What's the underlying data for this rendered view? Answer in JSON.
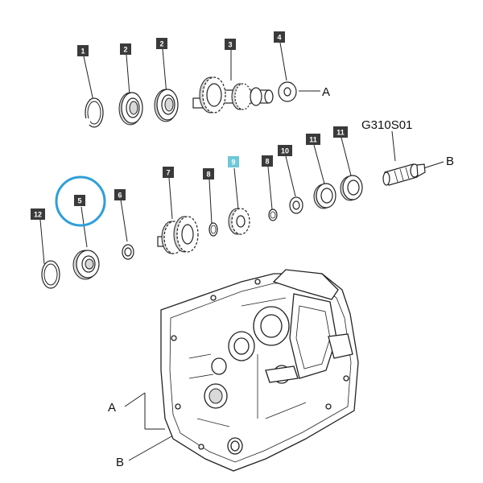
{
  "callouts": [
    {
      "id": "c1",
      "label": "1",
      "highlighted": false
    },
    {
      "id": "c2a",
      "label": "2",
      "highlighted": false
    },
    {
      "id": "c2b",
      "label": "2",
      "highlighted": false
    },
    {
      "id": "c3",
      "label": "3",
      "highlighted": false
    },
    {
      "id": "c4",
      "label": "4",
      "highlighted": false
    },
    {
      "id": "c5",
      "label": "5",
      "highlighted": false
    },
    {
      "id": "c6",
      "label": "6",
      "highlighted": false
    },
    {
      "id": "c7",
      "label": "7",
      "highlighted": false
    },
    {
      "id": "c8a",
      "label": "8",
      "highlighted": false
    },
    {
      "id": "c9",
      "label": "9",
      "highlighted": true
    },
    {
      "id": "c8b",
      "label": "8",
      "highlighted": false
    },
    {
      "id": "c10",
      "label": "10",
      "highlighted": false
    },
    {
      "id": "c11a",
      "label": "11",
      "highlighted": false
    },
    {
      "id": "c11b",
      "label": "11",
      "highlighted": false
    },
    {
      "id": "c12",
      "label": "12",
      "highlighted": false
    }
  ],
  "references": {
    "a_top": "A",
    "b_mid": "B",
    "part_code": "G310S01",
    "a_housing": "A",
    "b_housing": "B"
  },
  "colors": {
    "callout_box": "#3a3a3a",
    "callout_highlight": "#6ec8d8",
    "selection_circle": "#2f9fd9",
    "line": "#222222"
  }
}
